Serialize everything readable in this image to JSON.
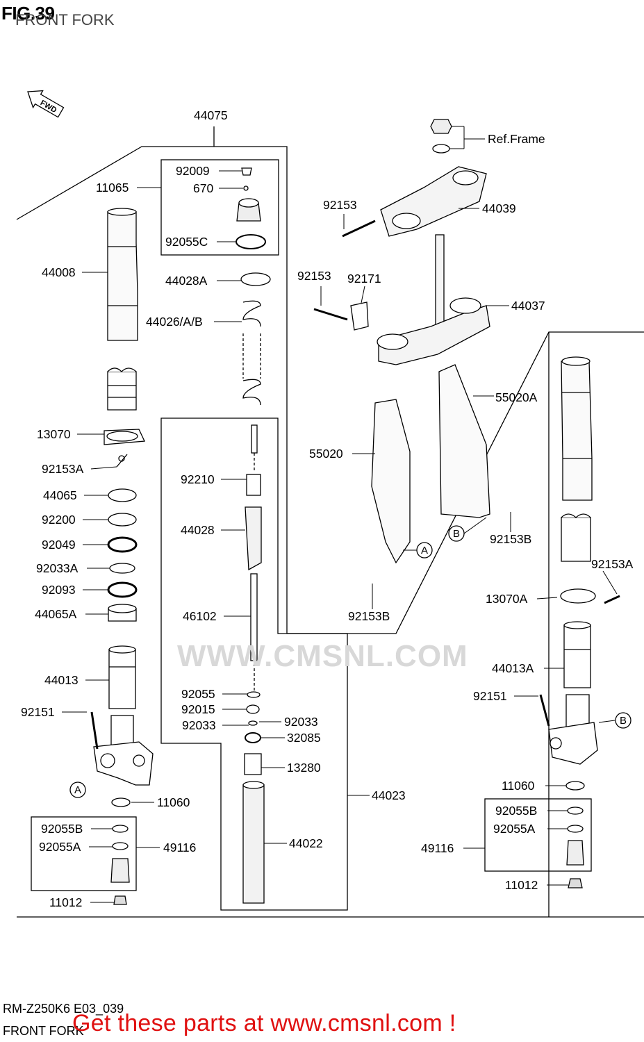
{
  "header": {
    "fig_label": "FIG.39",
    "fig_title": "FRONT FORK"
  },
  "footer": {
    "code": "RM-Z250K6 E03_039",
    "title": "FRONT FORK",
    "promo": "Get these parts at www.cmsnl.com !"
  },
  "watermark": "WWW.CMSNL.COM",
  "direction_badge": "FWD",
  "callouts": {
    "a": "A",
    "b": "B"
  },
  "parts": {
    "p44075": "44075",
    "p92009": "92009",
    "p11065": "11065",
    "p670": "670",
    "p92055C": "92055C",
    "p44008": "44008",
    "p44028A": "44028A",
    "p44026": "44026/A/B",
    "p13070": "13070",
    "p92153A_l": "92153A",
    "p44065": "44065",
    "p92200": "92200",
    "p92049": "92049",
    "p92033A": "92033A",
    "p92093": "92093",
    "p44065A": "44065A",
    "p44013": "44013",
    "p92151_l": "92151",
    "p11060_l": "11060",
    "p92055B_l": "92055B",
    "p92055A_l": "92055A",
    "p49116_l": "49116",
    "p11012_l": "11012",
    "p92210": "92210",
    "p44028": "44028",
    "p46102": "46102",
    "p92055": "92055",
    "p92015": "92015",
    "p92033_a": "92033",
    "p92033_b": "92033",
    "p32085": "32085",
    "p13280": "13280",
    "p44023": "44023",
    "p44022": "44022",
    "pRefFrame": "Ref.Frame",
    "p92153_top": "92153",
    "p44039": "44039",
    "p92153_mid": "92153",
    "p92171": "92171",
    "p44037": "44037",
    "p55020A": "55020A",
    "p55020": "55020",
    "p92153B_r": "92153B",
    "p92153B_c": "92153B",
    "p92153A_r": "92153A",
    "p13070A": "13070A",
    "p44013A": "44013A",
    "p92151_r": "92151",
    "p11060_r": "11060",
    "p92055B_r": "92055B",
    "p92055A_r": "92055A",
    "p49116_r": "49116",
    "p11012_r": "11012"
  }
}
